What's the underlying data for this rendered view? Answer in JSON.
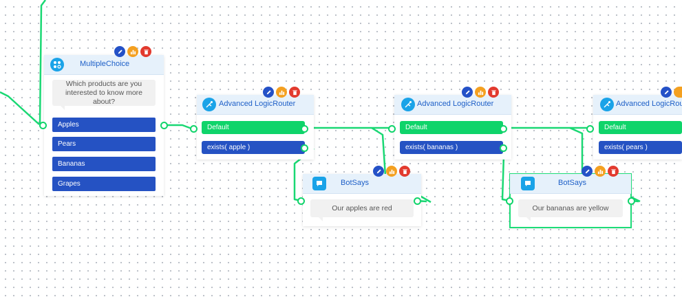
{
  "colors": {
    "wire": "#19d873",
    "header_bg": "#e6f1fb",
    "accent_blue": "#2552c3",
    "default_green": "#0fd46a",
    "edit": "#2451c7",
    "stats": "#f4a020",
    "delete": "#e23a2e",
    "icon_bg": "#1aa3e8"
  },
  "multiple_choice": {
    "title": "MultipleChoice",
    "icon": "multiple-choice-icon",
    "question": "Which products are you interested to know more about?",
    "options": [
      "Apples",
      "Pears",
      "Bananas",
      "Grapes"
    ]
  },
  "routers": [
    {
      "title": "Advanced LogicRouter",
      "icon": "logic-router-icon",
      "default_label": "Default",
      "condition": "exists( apple )"
    },
    {
      "title": "Advanced LogicRouter",
      "icon": "logic-router-icon",
      "default_label": "Default",
      "condition": "exists( bananas )"
    },
    {
      "title": "Advanced LogicRouter",
      "icon": "logic-router-icon",
      "default_label": "Default",
      "condition": "exists( pears )"
    }
  ],
  "botsays": [
    {
      "title": "BotSays",
      "icon": "bot-message-icon",
      "message": "Our apples are red"
    },
    {
      "title": "BotSays",
      "icon": "bot-message-icon",
      "message": "Our bananas are yellow"
    }
  ]
}
